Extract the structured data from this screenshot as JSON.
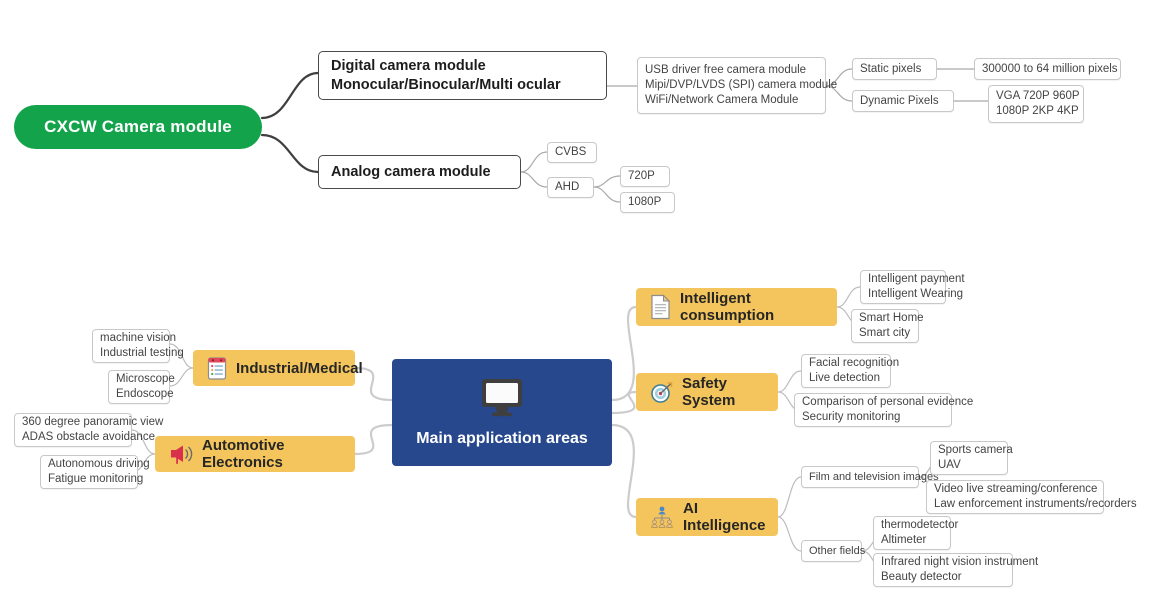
{
  "diagram": {
    "type": "mindmap",
    "title_top": "CXCW Camera module",
    "title_bottom": "Main application areas",
    "colors": {
      "root_green": "#13a34b",
      "root_blue": "#27488d",
      "category_yellow": "#f4c55c",
      "leaf_border": "#c8c8c8",
      "branch_border": "#4a4a4a",
      "link_dark": "#3f3f3f",
      "link_light": "#c9c9c9"
    }
  },
  "top_map": {
    "root": {
      "label": "CXCW Camera module",
      "icon": "none"
    },
    "branches": [
      {
        "label": "Digital camera module\nMonocular/Binocular/Multi ocular",
        "child": {
          "label": "USB driver free camera module\nMipi/DVP/LVDS (SPI) camera module\nWiFi/Network Camera Module",
          "grandchildren": [
            {
              "label": "Static pixels",
              "leaf": "300000 to 64 million pixels"
            },
            {
              "label": "Dynamic Pixels",
              "leaf": "VGA 720P 960P\n1080P 2KP 4KP"
            }
          ]
        }
      },
      {
        "label": "Analog camera module",
        "children": [
          {
            "label": "CVBS",
            "subs": []
          },
          {
            "label": "AHD",
            "subs": [
              "720P",
              "1080P"
            ]
          }
        ]
      }
    ]
  },
  "bottom_map": {
    "root": {
      "label": "Main application areas",
      "icon": "monitor-icon"
    },
    "left_branches": [
      {
        "label": "Industrial/Medical",
        "icon": "clipboard-icon",
        "leaves": [
          "machine vision\nIndustrial testing",
          "Microscope\nEndoscope"
        ]
      },
      {
        "label": "Automotive Electronics",
        "icon": "megaphone-icon",
        "leaves": [
          "360 degree panoramic view\nADAS obstacle avoidance",
          "Autonomous driving\nFatigue monitoring"
        ]
      }
    ],
    "right_branches": [
      {
        "label": "Intelligent consumption",
        "icon": "document-icon",
        "leaves": [
          "Intelligent payment\nIntelligent Wearing",
          "Smart Home\nSmart city"
        ]
      },
      {
        "label": "Safety System",
        "icon": "target-icon",
        "leaves": [
          "Facial recognition\nLive detection",
          "Comparison of personal evidence\nSecurity monitoring"
        ]
      },
      {
        "label": "AI Intelligence",
        "icon": "org-people-icon",
        "groups": [
          {
            "label": "Film and television images",
            "leaves": [
              "Sports camera\nUAV",
              "Video live streaming/conference\nLaw enforcement instruments/recorders"
            ]
          },
          {
            "label": "Other fields",
            "leaves": [
              "thermodetector\nAltimeter",
              "Infrared night vision instrument\nBeauty detector"
            ]
          }
        ]
      }
    ]
  }
}
